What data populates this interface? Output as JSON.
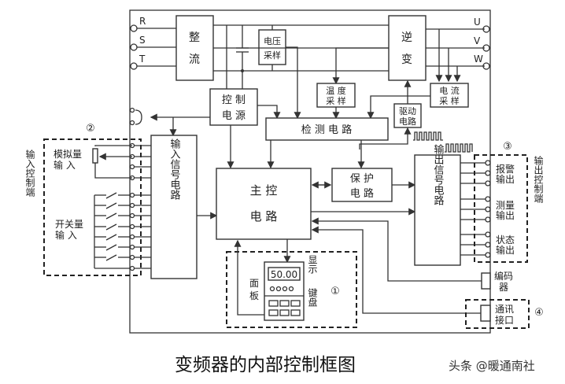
{
  "diagram": {
    "terminals_in": [
      "R",
      "S",
      "T"
    ],
    "terminals_out": [
      "U",
      "V",
      "W"
    ],
    "blocks": {
      "rectifier": [
        "整",
        "流"
      ],
      "voltage_sampling": [
        "电压",
        "采样"
      ],
      "inverter": [
        "逆",
        "变"
      ],
      "temperature_sampling": [
        "温 度",
        "采 样"
      ],
      "current_sampling": [
        "电 流",
        "采 样"
      ],
      "control_power": [
        "控 制",
        "电 源"
      ],
      "drive_circuit": [
        "驱动",
        "电路"
      ],
      "detection_circuit": "检 测 电 路",
      "main_control": [
        "主  控",
        "电  路"
      ],
      "protection": [
        "保  护",
        "电  路"
      ],
      "input_signal": "输入信号电路",
      "output_signal": "输出信号电路"
    },
    "panel": {
      "label": [
        "面",
        "板"
      ],
      "display_value": "50.00",
      "display_label": "显示",
      "keyboard_label": "键盘",
      "marker": "①"
    },
    "input_control": {
      "marker": "②",
      "side_label": "输入控制端",
      "analog_input": [
        "模拟量",
        "输   入"
      ],
      "switch_input": [
        "开关量",
        "输   入"
      ]
    },
    "output_control": {
      "marker": "③",
      "side_label": "输出控制端",
      "alarm_output": [
        "报警",
        "输出"
      ],
      "measure_output": [
        "测量",
        "输出"
      ],
      "status_output": [
        "状态",
        "输出"
      ]
    },
    "encoder": [
      "编码",
      "器"
    ],
    "comm": {
      "label": [
        "通讯",
        "接口"
      ],
      "marker": "④"
    }
  },
  "caption": "变频器的内部控制框图",
  "watermark": "头条 @暖通南社"
}
